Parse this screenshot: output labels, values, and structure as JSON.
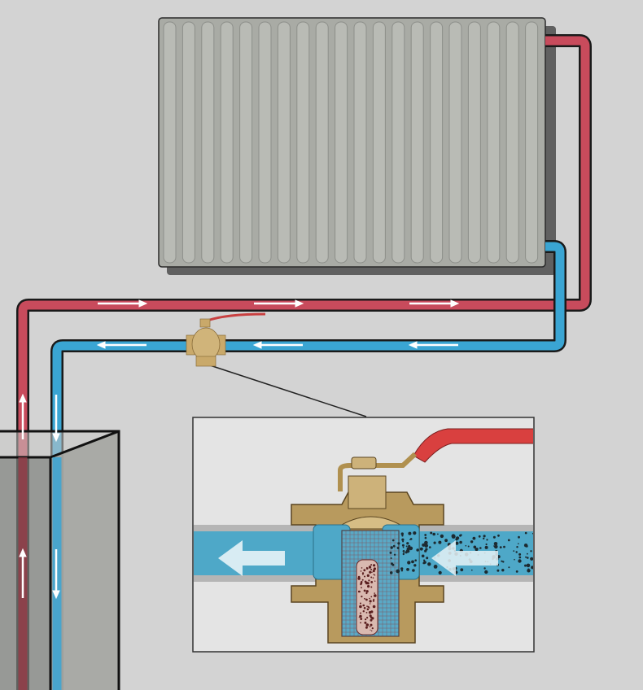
{
  "diagram": {
    "subject": "heating-circuit-with-filter-ball-valve",
    "colors": {
      "background": "#d3d3d3",
      "radiator": "#a9aba5",
      "radiator_fin": "#b9bbb5",
      "hot_pipe": "#c84b5c",
      "cold_pipe": "#3aa5d3",
      "outline": "#1a1a1a",
      "brass": "#c2a66a",
      "handle": "#d9403f",
      "inset_bg": "#e4e4e4",
      "inset_pipe": "#4ea8c8",
      "debris": "#1d2a30"
    },
    "icons": [
      "flow-arrow-right",
      "flow-arrow-left",
      "flow-arrow-up",
      "flow-arrow-down",
      "ball-valve-icon"
    ]
  }
}
